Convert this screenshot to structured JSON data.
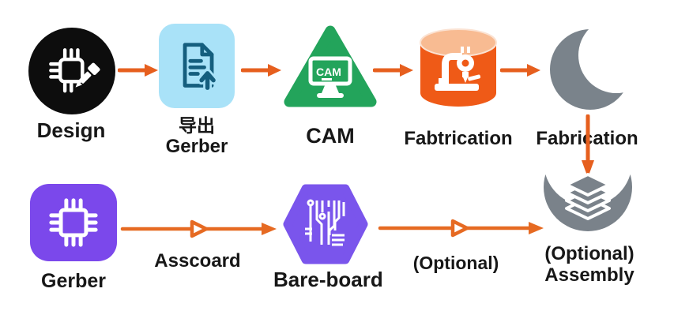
{
  "top_row": {
    "design": {
      "label": "Design",
      "icon": "chip-pencil-icon"
    },
    "export_gerber": {
      "label_line1": "导出",
      "label_line2": "Gerber",
      "icon": "document-upload-icon"
    },
    "cam": {
      "label": "CAM",
      "monitor_text": "CAM",
      "icon": "cam-monitor-icon"
    },
    "fabtrication": {
      "label": "Fabtrication",
      "icon": "drill-machine-icon"
    },
    "fabrication": {
      "label": "Fabrication",
      "icon": "crescent-moon-icon"
    }
  },
  "bottom_row": {
    "gerber": {
      "label": "Gerber",
      "icon": "microchip-icon"
    },
    "asscoard_step": {
      "label": "Asscoard"
    },
    "bare_board": {
      "label": "Bare-board",
      "icon": "pcb-traces-icon"
    },
    "optional_step": {
      "label": "(Optional)"
    },
    "assembly": {
      "label_line1": "(Optional)",
      "label_line2": "Assembly",
      "icon": "layer-stack-bowl-icon"
    }
  },
  "colors": {
    "arrow_orange": "#E65F1E",
    "design_bg": "#0D0D0D",
    "export_bg": "#A9E2F8",
    "export_icon_blue": "#155E7E",
    "cam_green": "#23A45B",
    "cylinder_body": "#EF5A17",
    "cylinder_top": "#F8BB92",
    "moon_gray": "#7A838B",
    "gerber_purple": "#7B48EB",
    "hexagon_purple": "#7A55EC",
    "assembly_gray": "#7A828A",
    "label_text": "#171717",
    "background": "#FFFFFF"
  }
}
